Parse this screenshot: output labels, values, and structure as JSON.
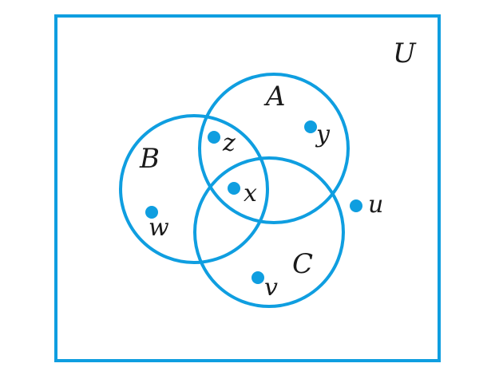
{
  "colors": {
    "stroke": "#0f9ee0",
    "point": "#0f9ee0",
    "text": "#1a1a1a"
  },
  "universe": {
    "label": "U"
  },
  "sets": [
    {
      "id": "A",
      "label": "A"
    },
    {
      "id": "B",
      "label": "B"
    },
    {
      "id": "C",
      "label": "C"
    }
  ],
  "points": [
    {
      "label": "z",
      "membership": [
        "A",
        "B"
      ]
    },
    {
      "label": "y",
      "membership": [
        "A"
      ]
    },
    {
      "label": "x",
      "membership": [
        "A",
        "B",
        "C"
      ]
    },
    {
      "label": "w",
      "membership": [
        "B"
      ]
    },
    {
      "label": "v",
      "membership": [
        "C"
      ]
    },
    {
      "label": "u",
      "membership": []
    }
  ]
}
